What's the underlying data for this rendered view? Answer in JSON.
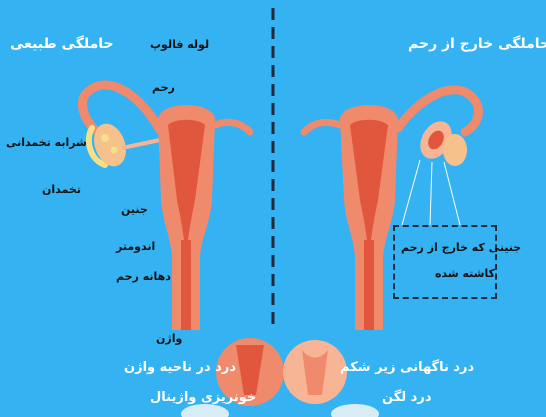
{
  "left_panel": {
    "title": "حاملگی طبیعی",
    "labels": {
      "fallopian_tube": "لوله فالوپ",
      "uterus": "رحم",
      "ovarian_fimbriae": "شرابه تخمدانی",
      "ovary": "تخمدان",
      "embryo": "جنین",
      "endometrium": "اندومتر",
      "cervix": "دهانه رحم",
      "vagina": "واژن"
    },
    "symptoms": [
      "درد در ناحیه واژن",
      "خونریزی واژینال"
    ]
  },
  "right_panel": {
    "title": "حاملگی خارج از رحم",
    "ectopic_box_lines": [
      "جنینی که خارج از رحم",
      "کاشته شده"
    ],
    "symptoms": [
      "درد ناگهانی زیر شکم",
      "درد لگن"
    ]
  },
  "colors": {
    "background": "#35b2f2",
    "uterus_outer": "#f08a6c",
    "uterus_inner": "#e0573e",
    "tissue_light": "#f7b596",
    "ovary": "#f6c18b",
    "follicle": "#f5e08a",
    "divider": "#1f2b3a",
    "label_dark": "#111111",
    "label_light": "#ffffff"
  }
}
